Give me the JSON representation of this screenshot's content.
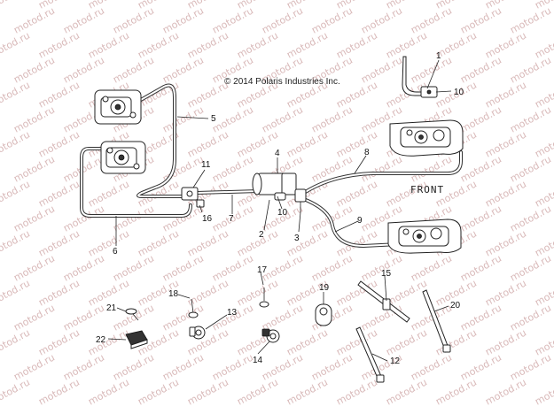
{
  "copyright": "© 2014 Polaris Industries Inc.",
  "front_label": "FRONT",
  "watermark": "motod.ru",
  "callouts": [
    "1",
    "2",
    "3",
    "4",
    "5",
    "6",
    "7",
    "8",
    "9",
    "10",
    "10",
    "11",
    "12",
    "13",
    "14",
    "15",
    "16",
    "17",
    "18",
    "19",
    "20",
    "21",
    "22"
  ]
}
